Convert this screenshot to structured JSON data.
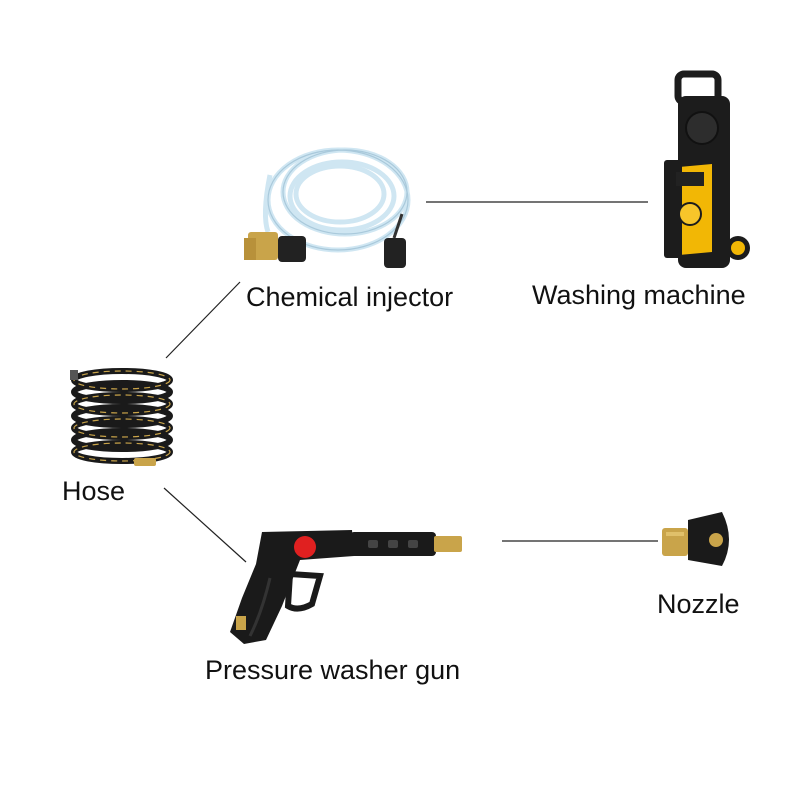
{
  "labels": {
    "chemical_injector": "Chemical injector",
    "washing_machine": "Washing machine",
    "hose": "Hose",
    "pressure_washer_gun": "Pressure washer gun",
    "nozzle": "Nozzle"
  },
  "colors": {
    "connector_line": "#222222",
    "machine_yellow": "#f2b705",
    "machine_body": "#1c1c1c",
    "brass": "#c9a44a",
    "gun_red": "#e02020",
    "tube": "#cfe6f2"
  }
}
